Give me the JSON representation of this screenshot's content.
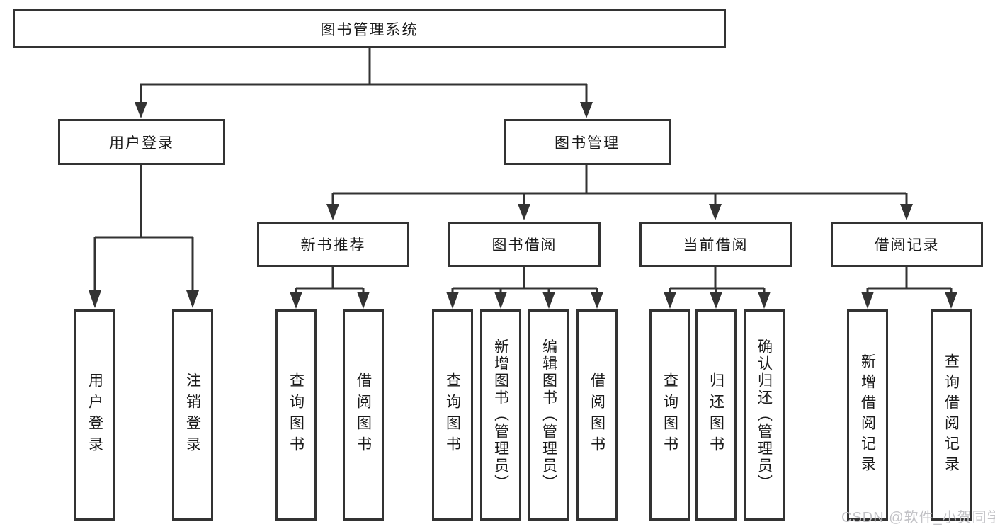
{
  "nodes": {
    "root": "图书管理系统",
    "user_login": "用户登录",
    "book_management": "图书管理",
    "new_book_recommend": "新书推荐",
    "book_borrow": "图书借阅",
    "current_borrow": "当前借阅",
    "borrow_records": "借阅记录",
    "leaf_user_login": "用户登录",
    "leaf_logout": "注销登录",
    "leaf_nb_query_books": "查询图书",
    "leaf_nb_borrow_books": "借阅图书",
    "leaf_bb_query_books": "查询图书",
    "leaf_bb_add_books": "新增图书（管理员）",
    "leaf_bb_edit_books": "编辑图书（管理员）",
    "leaf_bb_borrow_books": "借阅图书",
    "leaf_cb_query_books": "查询图书",
    "leaf_cb_return_books": "归还图书",
    "leaf_cb_confirm_return": "确认归还（管理员）",
    "leaf_br_add_record": "新增借阅记录",
    "leaf_br_query_record": "查询借阅记录"
  },
  "watermark": {
    "text": "CSDN @软件_小贺同学"
  },
  "colors": {
    "line": "#333333",
    "box_border": "#333333",
    "text": "#1a1a1a",
    "watermark": "#c2c2c6",
    "background": "#ffffff"
  }
}
